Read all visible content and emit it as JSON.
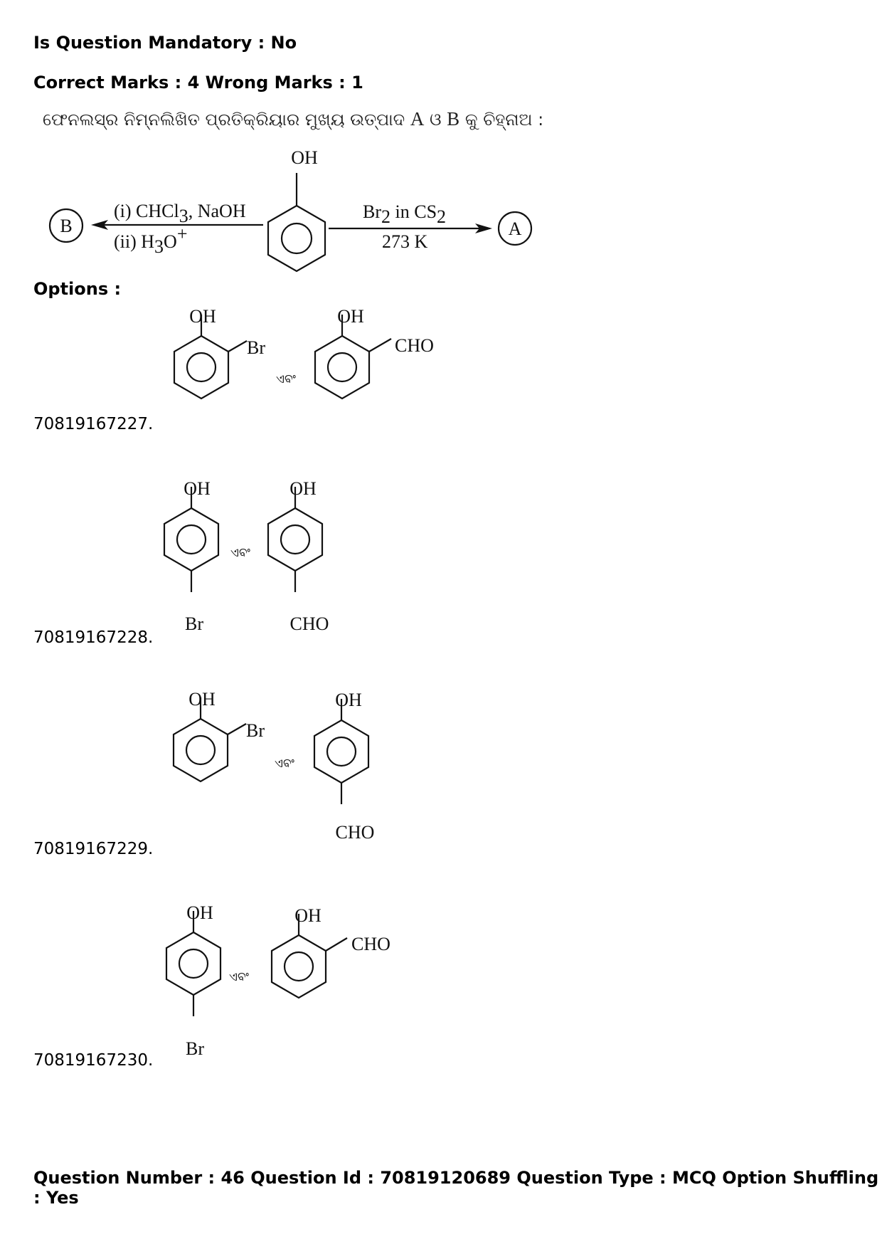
{
  "header": {
    "mandatory": "Is Question Mandatory : No",
    "marks": "Correct Marks : 4 Wrong Marks : 1"
  },
  "question": {
    "text_odia_1": "ଫେନଲସ୍‌ର ନିମ୍ନଲିଖିତ ପ୍ରତିକ୍ରିୟାର ମୁଖ୍ୟ ଉତ୍ପାଦ",
    "label_a": "A",
    "text_odia_2": "ଓ",
    "label_b": "B",
    "text_odia_3": "କୁ ଚିହ୍ନାଅ :",
    "scheme": {
      "substituent": "OH",
      "left_reagent_1": "(i)  CHCl",
      "left_reagent_1_sub": "3",
      "left_reagent_1_tail": ", NaOH",
      "left_reagent_2": "(ii) H",
      "left_reagent_2_sub": "3",
      "left_reagent_2_tail": "O",
      "left_reagent_2_sup": "+",
      "right_reagent_1": "Br",
      "right_reagent_1_sub": "2",
      "right_reagent_1_mid": " in CS",
      "right_reagent_1_sub2": "2",
      "right_reagent_2": "273 K",
      "product_b": "B",
      "product_a": "A"
    }
  },
  "options_label": "Options :",
  "options": [
    {
      "id": "70819167227.",
      "first": {
        "top": "OH",
        "side": "Br",
        "bottom": ""
      },
      "conj": "ଏବଂ",
      "second": {
        "top": "OH",
        "side": "CHO",
        "bottom": ""
      }
    },
    {
      "id": "70819167228.",
      "first": {
        "top": "OH",
        "side": "",
        "bottom": "Br"
      },
      "conj": "ଏବଂ",
      "second": {
        "top": "OH",
        "side": "",
        "bottom": "CHO"
      }
    },
    {
      "id": "70819167229.",
      "first": {
        "top": "OH",
        "side": "Br",
        "bottom": ""
      },
      "conj": "ଏବଂ",
      "second": {
        "top": "OH",
        "side": "",
        "bottom": "CHO"
      }
    },
    {
      "id": "70819167230.",
      "first": {
        "top": "OH",
        "side": "",
        "bottom": "Br"
      },
      "conj": "ଏବଂ",
      "second": {
        "top": "OH",
        "side": "CHO",
        "bottom": ""
      }
    }
  ],
  "footer": "Question Number : 46 Question Id : 70819120689 Question Type : MCQ Option Shuffling : Yes"
}
